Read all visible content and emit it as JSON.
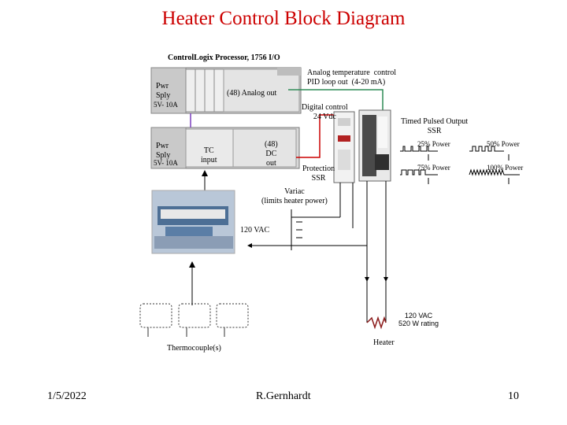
{
  "title": "Heater Control Block Diagram",
  "processor_label": "ControlLogix Processor, 1756 I/O",
  "top_rack": {
    "pwr_label": "Pwr\nSply",
    "pwr_rating": "5V- 10A",
    "module_label": "(48) Analog out"
  },
  "bottom_rack": {
    "pwr_label": "Pwr\nSply",
    "pwr_rating": "5V- 10A",
    "tc_label": "TC\ninput",
    "dc_label": "(48)\nDC\nout"
  },
  "analog_label": "Analog temperature  control\nPID loop out  (4-20 mA)",
  "digital_label": "Digital control\n24 Vdc",
  "ssr_label": "Timed Pulsed Output\nSSR",
  "protection_label": "Protection\nSSR",
  "variac_label": "Variac\n(limits heater power)",
  "ac_label": "120 VAC",
  "heater_rating": "120 VAC\n520 W rating",
  "heater_label": "Heater",
  "thermocouple_label": "Thermocouple(s)",
  "waveforms": {
    "top_left": "25% Power",
    "top_right": "50% Power",
    "bottom_left": "75% Power",
    "bottom_right": "100% Power"
  },
  "footer": {
    "date": "1/5/2022",
    "author": "R.Gernhardt",
    "page": "10"
  },
  "colors": {
    "title": "#cc0000",
    "analog_wire": "#2e8b57",
    "digital_wire": "#cc0000",
    "rack_link": "#7b3fbf"
  }
}
